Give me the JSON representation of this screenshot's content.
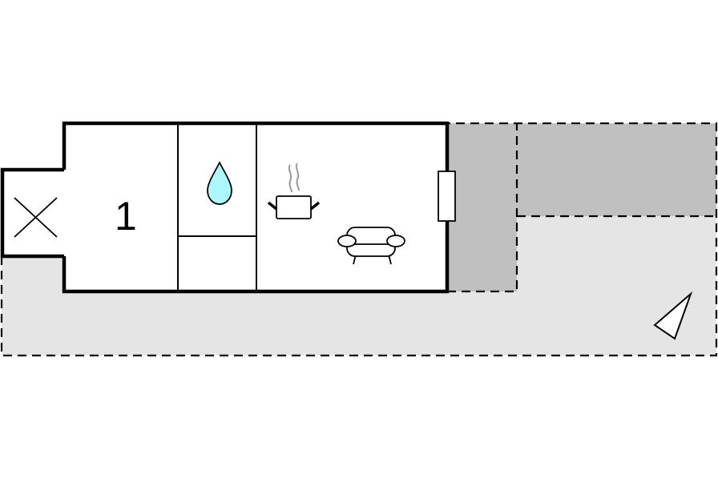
{
  "plan": {
    "type": "floor-plan",
    "colors": {
      "background": "#ffffff",
      "terrace_dark": "#c0c0c0",
      "terrace_light": "#e5e5e5",
      "wall": "#000000",
      "water_drop": "#aaf8fc",
      "steam": "#999999"
    },
    "rooms": [
      {
        "id": "bedroom",
        "label": "1",
        "icon": "bed-number"
      },
      {
        "id": "bathroom",
        "label": "",
        "icon": "water-drop-icon"
      },
      {
        "id": "storage",
        "label": "",
        "icon": ""
      },
      {
        "id": "kitchen-living",
        "label": "",
        "icons": [
          "cooking-pot-icon",
          "sofa-icon"
        ]
      },
      {
        "id": "entrance",
        "label": "",
        "icon": "cross-icon"
      }
    ],
    "outdoor_areas": [
      {
        "id": "covered-terrace",
        "shade": "dark"
      },
      {
        "id": "terrace-upper",
        "shade": "dark"
      },
      {
        "id": "garden",
        "shade": "light"
      }
    ],
    "features": [
      "door",
      "north-arrow"
    ]
  }
}
